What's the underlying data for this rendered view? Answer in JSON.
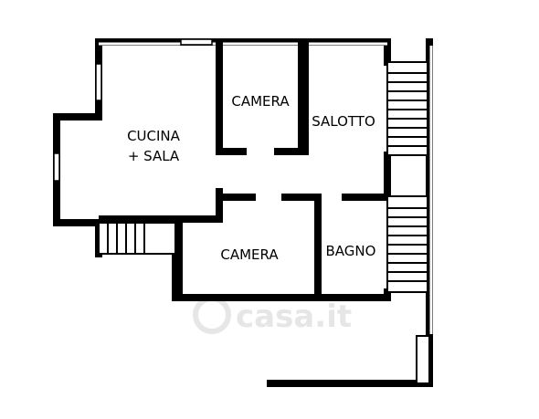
{
  "rooms": {
    "kitchen_line1": "CUCINA",
    "kitchen_line2": "+ SALA",
    "bedroom_top": "CAMERA",
    "living": "SALOTTO",
    "bedroom_bottom": "CAMERA",
    "bathroom": "BAGNO"
  },
  "watermark": {
    "text": "casa.it"
  },
  "colors": {
    "wall": "#000000",
    "background": "#ffffff",
    "watermark": "#e6e6e6"
  }
}
